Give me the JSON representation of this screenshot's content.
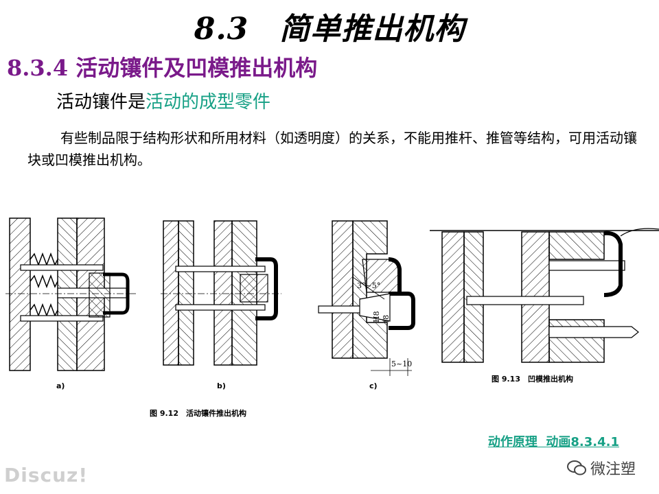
{
  "slide": {
    "title": "8.3　简单推出机构",
    "subtitle": "8.3.4  活动镶件及凹模推出机构",
    "lead_plain": "活动镶件是",
    "lead_highlight": "活动的成型零件",
    "paragraph": "有些制品限于结构形状和所用材料（如透明度）的关系，不能用推杆、推管等结构，可用活动镶块或凹模推出机构。"
  },
  "figures": {
    "label_a": "a)",
    "label_b": "b)",
    "label_c": "c)",
    "fig12_caption": "图 9.12　活动镶件推出机构",
    "fig13_caption": "图 9.13　凹模推出机构",
    "dim_angle": "3°~5°",
    "dim_fit_1": "H8",
    "dim_fit_2": "f8",
    "dim_range": "5~10"
  },
  "links": {
    "principle": "动作原理",
    "animation": "动画8.3.4.1"
  },
  "watermarks": {
    "left": "Discuz!",
    "right": "微注塑"
  },
  "colors": {
    "subtitle": "#7a1a8a",
    "highlight": "#16a085",
    "link": "#16a085"
  }
}
